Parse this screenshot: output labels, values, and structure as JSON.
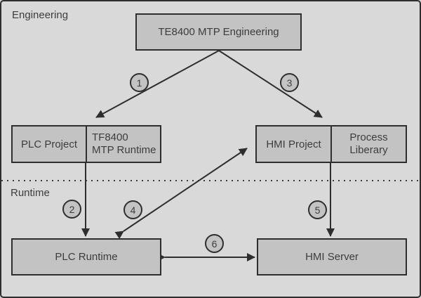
{
  "zones": {
    "engineering": "Engineering",
    "runtime": "Runtime"
  },
  "nodes": {
    "te8400_mtp_engineering": "TE8400 MTP Engineering",
    "plc_project": "PLC Project",
    "tf8400_mtp_runtime": "TF8400\nMTP Runtime",
    "hmi_project": "HMI Project",
    "process_library": "Process\nLiberary",
    "plc_runtime": "PLC Runtime",
    "hmi_server": "HMI Server"
  },
  "steps": [
    "1",
    "2",
    "3",
    "4",
    "5",
    "6"
  ],
  "colors": {
    "background": "#d9d9d9",
    "node_fill": "#c3c3c3",
    "stroke": "#2e2e2e",
    "text": "#3d3d3d"
  }
}
